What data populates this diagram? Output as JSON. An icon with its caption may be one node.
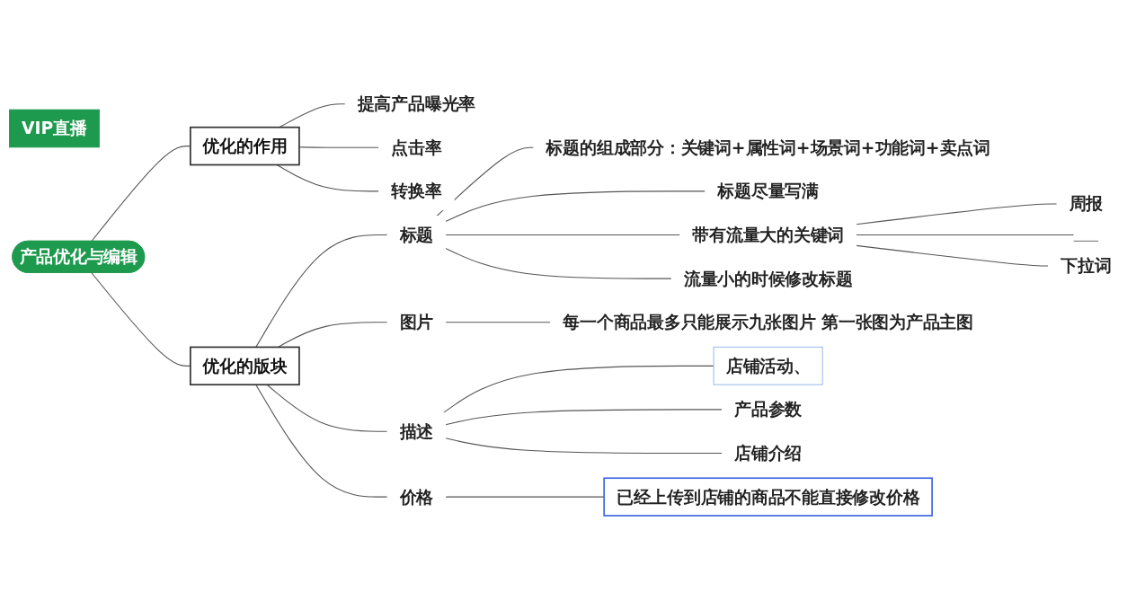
{
  "diagram": {
    "nodes": [
      {
        "text": [
          "VIP直播"
        ]
      },
      {
        "text": [
          "产品优化与编辑"
        ]
      },
      {
        "text": [
          "优化的作用"
        ]
      },
      {
        "text": [
          "提高产品曝光率"
        ]
      },
      {
        "text": [
          "点击率"
        ]
      },
      {
        "text": [
          "转换率"
        ]
      },
      {
        "text": [
          "优化的版块"
        ]
      },
      {
        "text": [
          "标题"
        ]
      },
      {
        "text": [
          "标题的组成部分：关键词+属性词+场景词+功能词+卖点词"
        ]
      },
      {
        "text": [
          "标题尽量写满"
        ]
      },
      {
        "text": [
          "带有流量大的关键词"
        ]
      },
      {
        "text": [
          "周报"
        ]
      },
      {
        "text": [],
        "shape": "line"
      },
      {
        "text": [
          "下拉词"
        ]
      },
      {
        "text": [
          "流量小的时候修改标题"
        ]
      },
      {
        "text": [
          "图片"
        ]
      },
      {
        "text": [
          "每一个商品最多只能展示九张图片 第一张图为产品主图"
        ]
      },
      {
        "text": [
          "描述"
        ]
      },
      {
        "text": [
          "店铺活动、"
        ]
      },
      {
        "text": [
          "产品参数"
        ]
      },
      {
        "text": [
          "店铺介绍"
        ]
      },
      {
        "text": [
          "价格"
        ]
      },
      {
        "text": [
          "已经上传到店铺的商品不能直接修改价格"
        ]
      }
    ],
    "edges": [
      {
        "from": 1,
        "to": 2,
        "arrow": "none"
      },
      {
        "from": 2,
        "to": 3,
        "arrow": "none"
      },
      {
        "from": 2,
        "to": 4,
        "arrow": "none"
      },
      {
        "from": 2,
        "to": 5,
        "arrow": "none"
      },
      {
        "from": 1,
        "to": 6,
        "arrow": "none"
      },
      {
        "from": 6,
        "to": 7,
        "arrow": "none"
      },
      {
        "from": 7,
        "to": 8,
        "arrow": "none"
      },
      {
        "from": 7,
        "to": 9,
        "arrow": "none"
      },
      {
        "from": 7,
        "to": 10,
        "arrow": "none"
      },
      {
        "from": 10,
        "to": 11,
        "arrow": "none"
      },
      {
        "from": 10,
        "to": 12,
        "arrow": "none"
      },
      {
        "from": 10,
        "to": 13,
        "arrow": "none"
      },
      {
        "from": 7,
        "to": 14,
        "arrow": "none"
      },
      {
        "from": 6,
        "to": 15,
        "arrow": "none"
      },
      {
        "from": 15,
        "to": 16,
        "arrow": "none"
      },
      {
        "from": 6,
        "to": 17,
        "arrow": "none"
      },
      {
        "from": 17,
        "to": 18,
        "arrow": "none"
      },
      {
        "from": 17,
        "to": 19,
        "arrow": "none"
      },
      {
        "from": 17,
        "to": 20,
        "arrow": "none"
      },
      {
        "from": 6,
        "to": 21,
        "arrow": "none"
      },
      {
        "from": 21,
        "to": 22,
        "arrow": "none"
      }
    ]
  }
}
